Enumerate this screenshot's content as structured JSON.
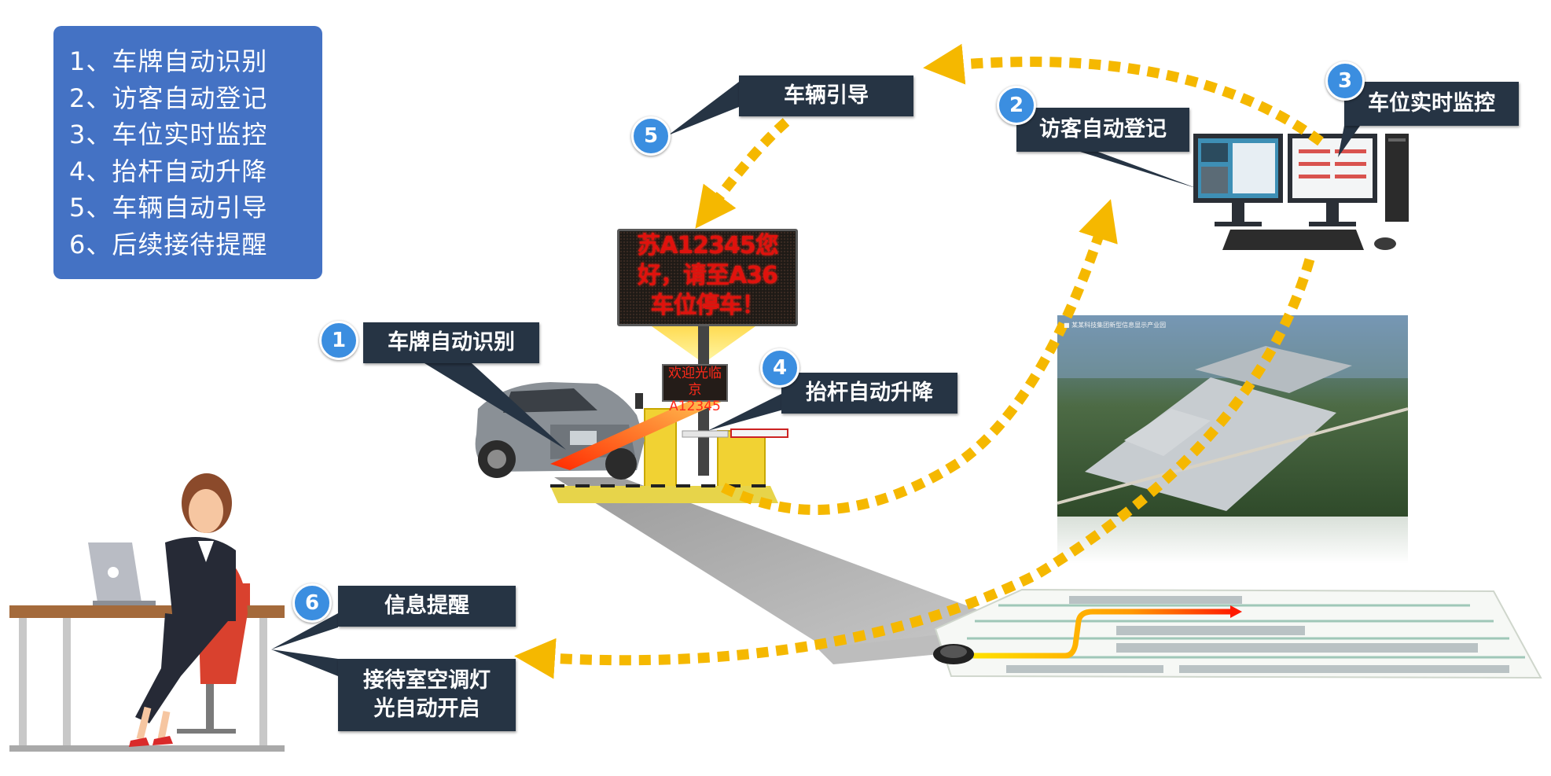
{
  "legend": {
    "items": [
      "1、车牌自动识别",
      "2、访客自动登记",
      "3、车位实时监控",
      "4、抬杆自动升降",
      "5、车辆自动引导",
      "6、后续接待提醒"
    ]
  },
  "callouts": {
    "plate_recognition": {
      "number": "1",
      "label": "车牌自动识别"
    },
    "visitor_registration": {
      "number": "2",
      "label": "访客自动登记"
    },
    "space_monitoring": {
      "number": "3",
      "label": "车位实时监控"
    },
    "barrier_lift": {
      "number": "4",
      "label": "抬杆自动升降"
    },
    "vehicle_guidance": {
      "number": "5",
      "label": "车辆引导"
    },
    "info_reminder": {
      "number": "6",
      "label": "信息提醒"
    },
    "reception_auto": {
      "line1": "接待室空调灯",
      "line2": "光自动开启"
    }
  },
  "led_big": {
    "line1": "苏A12345您",
    "line2": "好，请至A36",
    "line3": "车位停车！"
  },
  "led_small": {
    "line1": "欢迎光临",
    "line2": "京A12345"
  },
  "aerial_caption": "■ 某某科技集团新型信息显示产业园",
  "colors": {
    "legend_bg": "#4472c4",
    "callout_bg": "#263444",
    "badge": "#3b8ee0",
    "flow_arrow": "#f5b800",
    "led_text": "#e0120d"
  }
}
